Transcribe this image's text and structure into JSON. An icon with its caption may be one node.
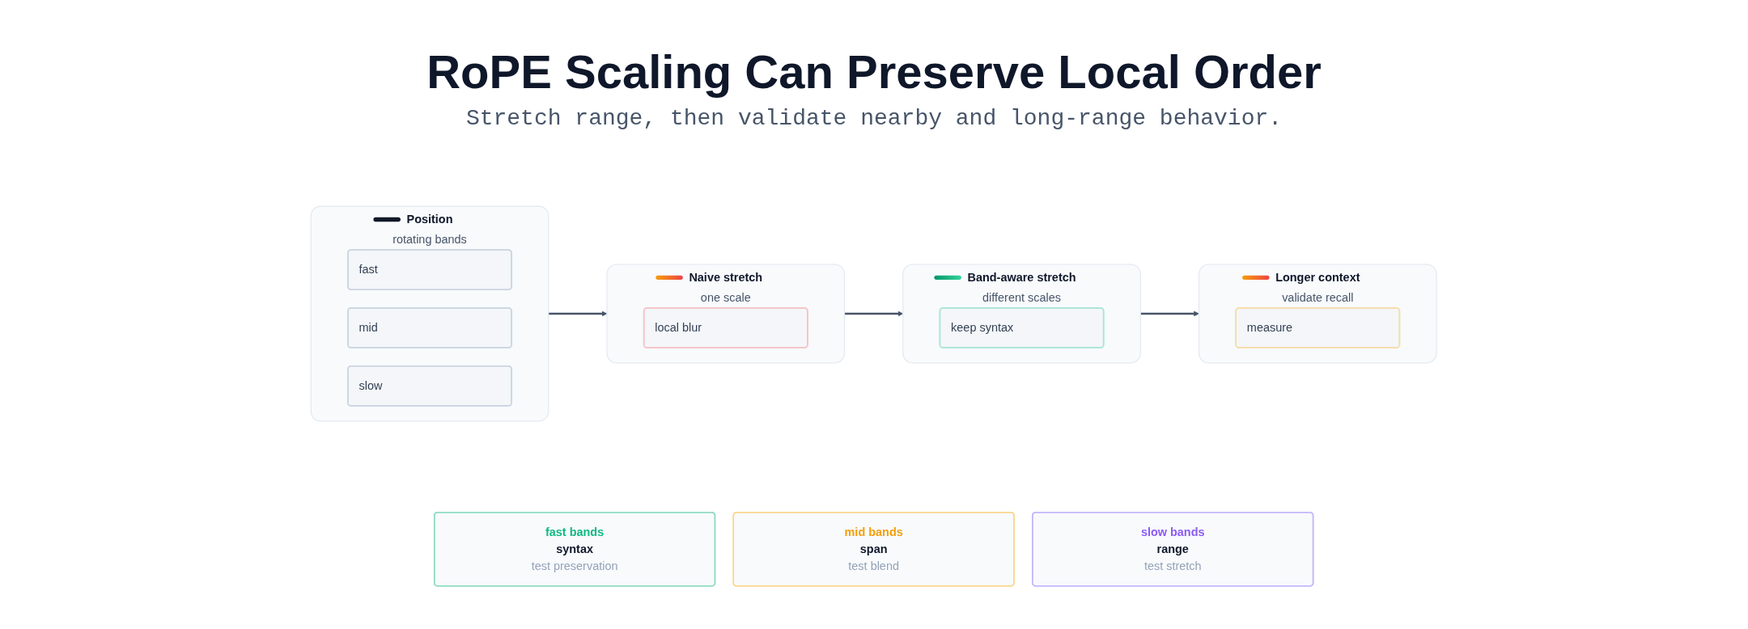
{
  "diagram": {
    "title": "RoPE Scaling Can Preserve Local Order",
    "caption": "Stretch range, then validate nearby and long-range behavior.",
    "nodes": [
      {
        "text": [
          "Position",
          "rotating bands"
        ]
      },
      {
        "text": [
          "fast"
        ],
        "in": 0
      },
      {
        "text": [
          "mid"
        ],
        "in": 0
      },
      {
        "text": [
          "slow"
        ],
        "in": 0
      },
      {
        "text": [
          "Naive stretch",
          "one scale"
        ]
      },
      {
        "text": [
          "local blur"
        ],
        "in": 4
      },
      {
        "text": [
          "Band-aware stretch",
          "different scales"
        ]
      },
      {
        "text": [
          "keep syntax"
        ],
        "in": 6
      },
      {
        "text": [
          "Longer context",
          "validate recall"
        ]
      },
      {
        "text": [
          "measure"
        ],
        "in": 8
      },
      {
        "text": [
          "fast bands",
          "syntax",
          "test preservation"
        ]
      },
      {
        "text": [
          "mid bands",
          "span",
          "test blend"
        ]
      },
      {
        "text": [
          "slow bands",
          "range",
          "test stretch"
        ]
      }
    ],
    "edges": [
      {
        "from": 0,
        "to": 4,
        "arrow": "to"
      },
      {
        "from": 4,
        "to": 6,
        "arrow": "to"
      },
      {
        "from": 6,
        "to": 8,
        "arrow": "to"
      }
    ]
  }
}
